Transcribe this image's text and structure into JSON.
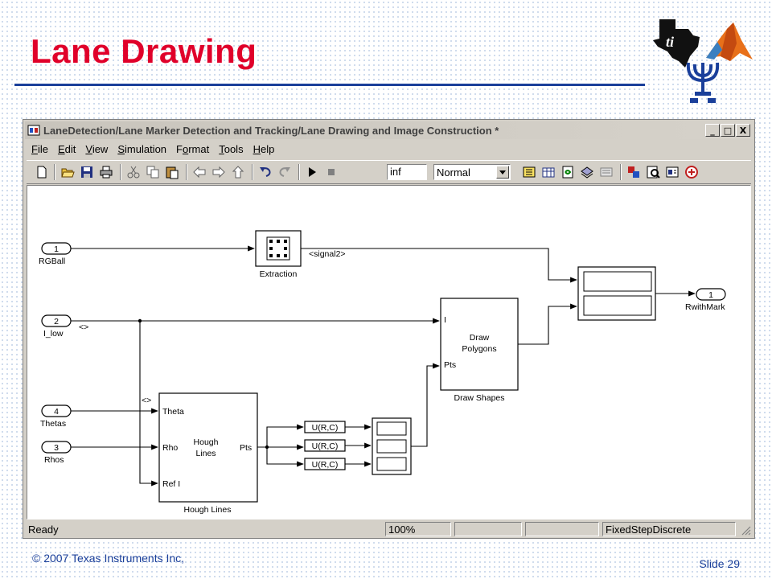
{
  "slide": {
    "title": "Lane Drawing",
    "footer_copyright": "© 2007 Texas Instruments Inc,",
    "slide_number": "Slide 29"
  },
  "logos": [
    "texas-state-logo",
    "matlab-membrane-logo",
    "menorah-emblem-logo"
  ],
  "window": {
    "title": "LaneDetection/Lane Marker Detection and Tracking/Lane Drawing  and Image Construction *",
    "controls": [
      "_",
      "□",
      "X"
    ]
  },
  "menu": [
    {
      "label": "File",
      "key": "F"
    },
    {
      "label": "Edit",
      "key": "E"
    },
    {
      "label": "View",
      "key": "V"
    },
    {
      "label": "Simulation",
      "key": "S"
    },
    {
      "label": "Format",
      "key": "o"
    },
    {
      "label": "Tools",
      "key": "T"
    },
    {
      "label": "Help",
      "key": "H"
    }
  ],
  "toolbar": {
    "stop_time": "inf",
    "sim_mode": "Normal",
    "icons": [
      "new-icon",
      "open-icon",
      "save-icon",
      "print-icon",
      "cut-icon",
      "copy-icon",
      "paste-icon",
      "back-icon",
      "forward-icon",
      "up-icon",
      "undo-icon",
      "redo-icon",
      "play-icon",
      "stop-icon",
      "build-icon",
      "library-icon",
      "update-icon",
      "model-explorer-icon",
      "debugger-icon",
      "browser-icon",
      "profiler-icon",
      "properties-icon",
      "advisor-icon"
    ]
  },
  "diagram": {
    "inports": [
      {
        "num": "1",
        "name": "RGBall"
      },
      {
        "num": "2",
        "name": "I_low"
      },
      {
        "num": "4",
        "name": "Thetas"
      },
      {
        "num": "3",
        "name": "Rhos"
      }
    ],
    "outports": [
      {
        "num": "1",
        "name": "RwithMark"
      }
    ],
    "blocks": {
      "extraction": {
        "label": "Extraction"
      },
      "draw_shapes": {
        "title": "Draw Shapes",
        "inner": [
          "Draw",
          "Polygons"
        ],
        "ports": [
          "I",
          "Pts"
        ]
      },
      "hough_lines": {
        "title": "Hough Lines",
        "inner": [
          "Hough",
          "Lines"
        ],
        "ports_in": [
          "Theta",
          "Rho",
          "Ref I"
        ],
        "port_out": "Pts"
      },
      "selectors": [
        "U(R,C)",
        "U(R,C)",
        "U(R,C)"
      ]
    },
    "signal_labels": {
      "extraction_out": "<signal2>",
      "i_low_dims": "<>",
      "hough_dims": "<>"
    }
  },
  "status": {
    "state": "Ready",
    "zoom": "100%",
    "solver": "FixedStepDiscrete"
  },
  "colors": {
    "title_red": "#e0002a",
    "accent_blue": "#1a3f9a",
    "window_gray": "#d4d0c8"
  }
}
